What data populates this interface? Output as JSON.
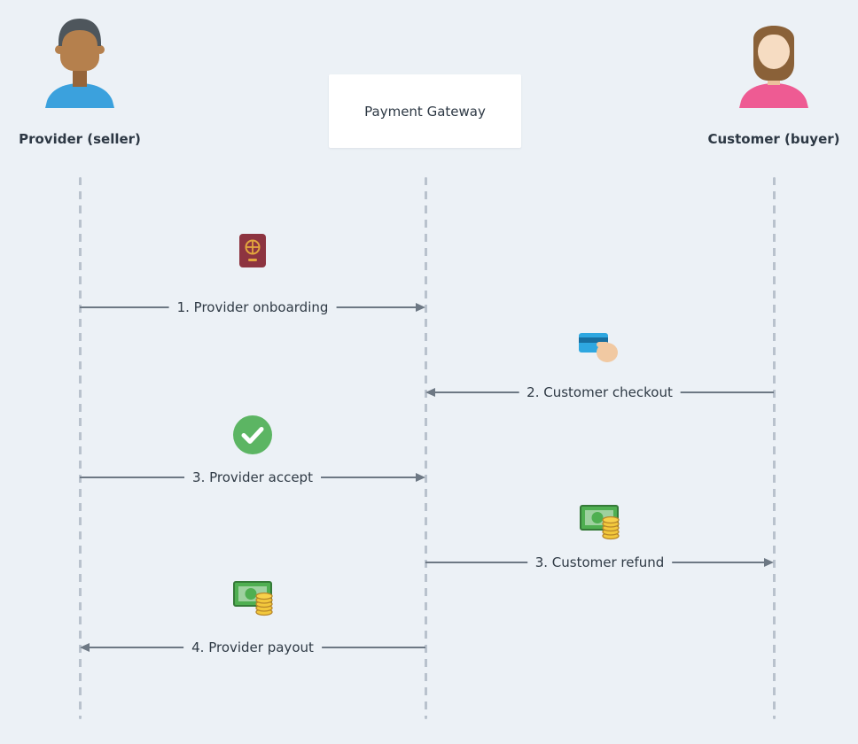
{
  "actors": {
    "provider": {
      "label": "Provider (seller)",
      "icon": "man-avatar-icon"
    },
    "gateway": {
      "label": "Payment Gateway"
    },
    "customer": {
      "label": "Customer (buyer)",
      "icon": "woman-avatar-icon"
    }
  },
  "messages": [
    {
      "label": "1. Provider onboarding",
      "from": "provider",
      "to": "gateway",
      "icon": "passport-icon"
    },
    {
      "label": "2. Customer checkout",
      "from": "customer",
      "to": "gateway",
      "icon": "credit-card-in-hand-icon"
    },
    {
      "label": "3. Provider accept",
      "from": "provider",
      "to": "gateway",
      "icon": "check-circle-icon"
    },
    {
      "label": "3. Customer refund",
      "from": "gateway",
      "to": "customer",
      "icon": "money-coins-icon"
    },
    {
      "label": "4. Provider payout",
      "from": "gateway",
      "to": "provider",
      "icon": "money-coins-icon"
    }
  ],
  "colors": {
    "background": "#ecf1f6",
    "arrow": "#6d7884",
    "lifeline": "#b9c2cd",
    "text_dark": "#2d3844",
    "gateway_bg": "#ffffff",
    "check_green": "#5cb563",
    "passport_red": "#8d3440",
    "card_blue": "#2ea7e0",
    "money_green": "#4faf51",
    "coin_gold": "#f2c83c",
    "provider_shirt_blue": "#3ba1dd",
    "customer_shirt_pink": "#ee5b93"
  }
}
